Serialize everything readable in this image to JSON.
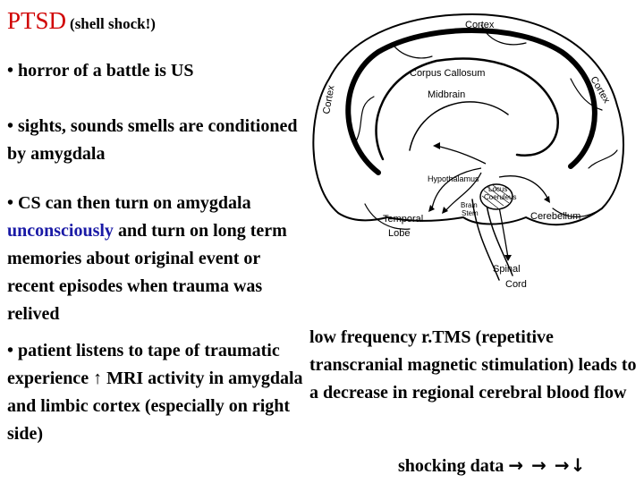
{
  "title": {
    "main": "PTSD",
    "sub": "(shell shock!)"
  },
  "bullets": {
    "b1": "• horror of a battle is US",
    "b2": "• sights, sounds smells are conditioned by amygdala",
    "b3_start": "• CS can then turn on amygdala ",
    "b3_blue": "unconsciously",
    "b3_end": "  and turn on long term memories about original event or recent episodes when trauma was relived",
    "b4": "• patient listens to tape of traumatic experience ↑ MRI activity in amygdala and limbic cortex (especially on right side)"
  },
  "right_text": "low frequency r.TMS (repetitive transcranial magnetic stimulation) leads to a decrease in regional cerebral blood flow",
  "footer": {
    "label": "shocking data ",
    "arrows": "→ → →↓"
  },
  "brain_labels": {
    "cortex_top": "Cortex",
    "cortex_left": "Cortex",
    "cortex_right": "Cortex",
    "corpus_callosum": "Corpus Callosum",
    "midbrain": "Midbrain",
    "hypothalamus": "Hypothalamus",
    "locus_1": "Locus",
    "locus_2": "Coeruleus",
    "brain_stem_1": "Brain",
    "brain_stem_2": "Stem",
    "temporal_1": "Temporal",
    "temporal_2": "Lobe",
    "cerebellum": "Cerebellum",
    "spinal_1": "Spinal",
    "spinal_2": "Cord"
  }
}
